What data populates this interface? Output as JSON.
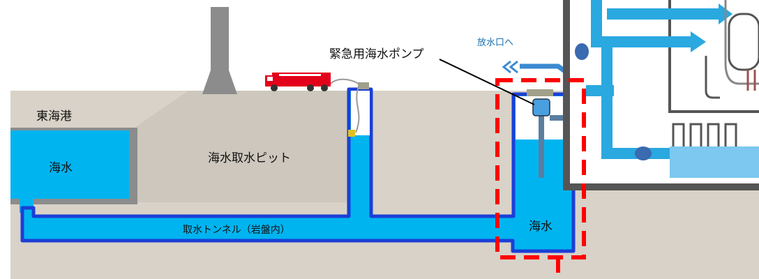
{
  "labels": {
    "port": "東海港",
    "seawater_left": "海水",
    "intake_pit": "海水取水ピット",
    "tunnel": "取水トンネル（岩盤内）",
    "emergency_pump": "緊急用海水ポンプ",
    "to_outlet": "放水口へ",
    "seawater_right": "海水"
  },
  "colors": {
    "sky": "#ffffff",
    "ground": "#d8d2c8",
    "bank": "#ccc6bc",
    "wall": "#8c8c8c",
    "seawater": "#00b4f0",
    "pipe_outline": "#1b3fd6",
    "highlight_dash": "#ff0000",
    "plant_pipe": "#2aa8e0",
    "plant_wall": "#555555",
    "truck": "#e3001b"
  }
}
